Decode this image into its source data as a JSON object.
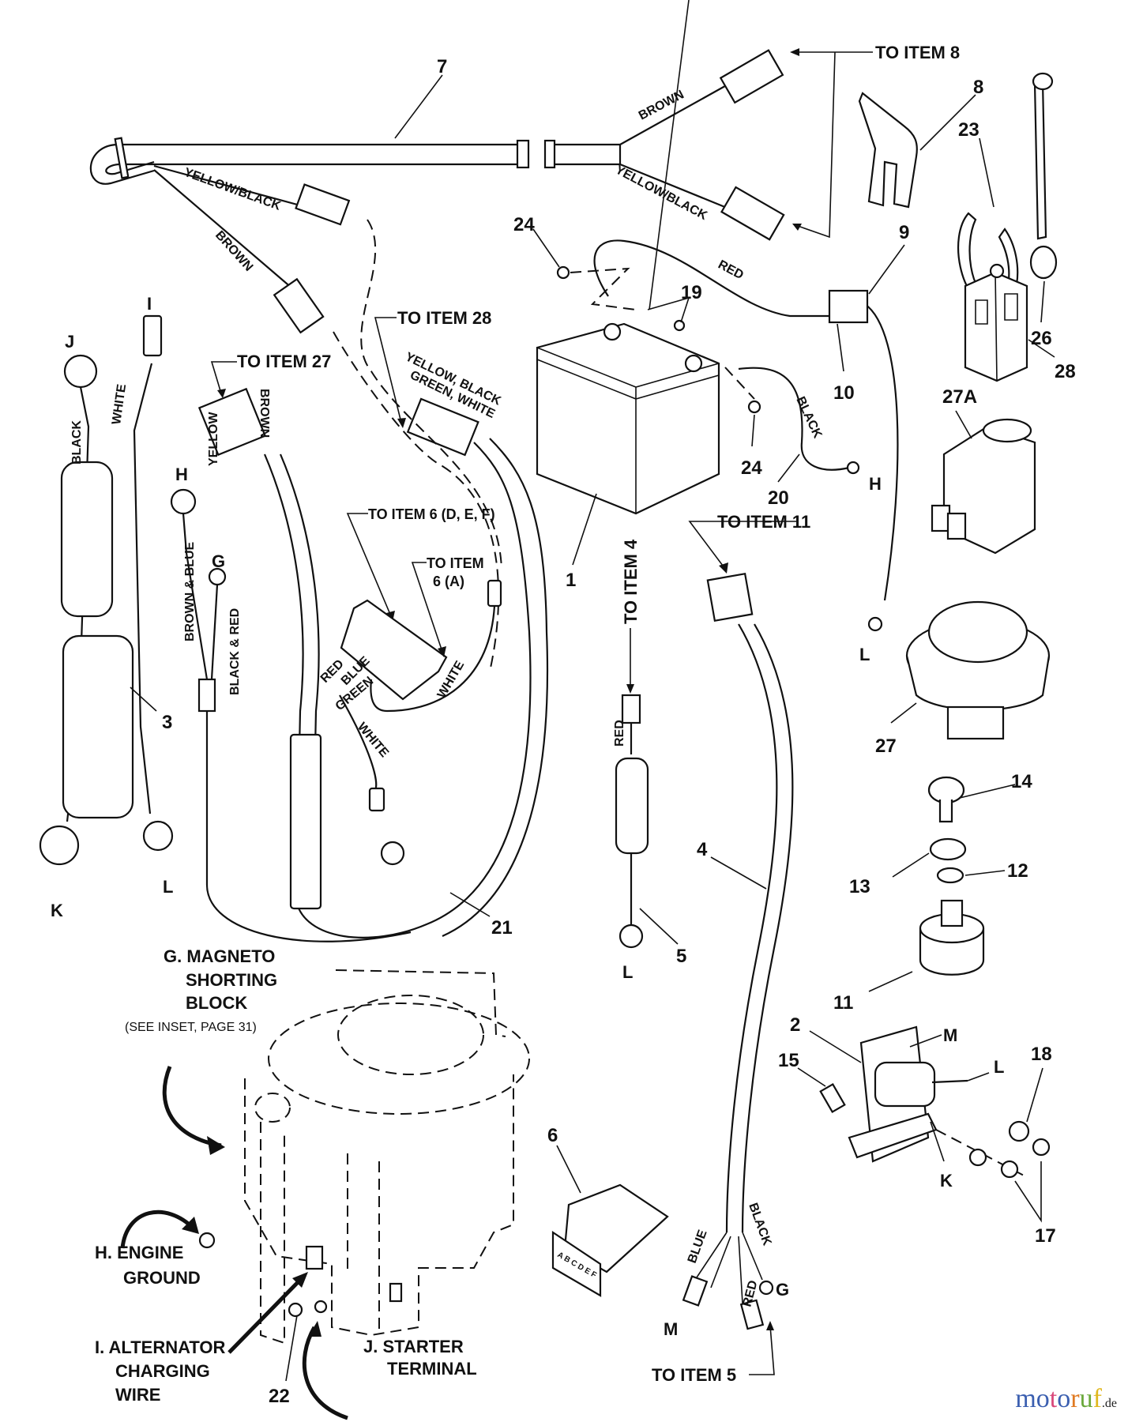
{
  "diagram": {
    "item_numbers": {
      "n1": "1",
      "n2": "2",
      "n3": "3",
      "n4": "4",
      "n5": "5",
      "n6": "6",
      "n7": "7",
      "n8": "8",
      "n9": "9",
      "n10": "10",
      "n11": "11",
      "n12": "12",
      "n13": "13",
      "n14": "14",
      "n15": "15",
      "n17": "17",
      "n18": "18",
      "n19": "19",
      "n20": "20",
      "n21": "21",
      "n22": "22",
      "n23": "23",
      "n24a": "24",
      "n24b": "24",
      "n26": "26",
      "n27": "27",
      "n27a": "27A",
      "n28": "28"
    },
    "callouts": {
      "to_item_8": "TO ITEM 8",
      "to_item_28": "TO ITEM 28",
      "to_item_27": "TO ITEM 27",
      "to_item_6_def": "TO ITEM 6 (D, E, F)",
      "to_item_6a_line1": "TO ITEM",
      "to_item_6a_line2": "6 (A)",
      "to_item_11": "TO ITEM 11",
      "to_item_4": "TO ITEM 4",
      "to_item_5": "TO ITEM 5"
    },
    "wire_colors": {
      "brown_top": "BROWN",
      "yellow_black_top": "YELLOW/BLACK",
      "yellow_black_left": "YELLOW/BLACK",
      "brown_left": "BROWN",
      "red_battery": "RED",
      "black_battery": "BLACK",
      "black_3": "BLACK",
      "white_3": "WHITE",
      "yellow_27": "YELLOW",
      "brown_27": "BROWN",
      "yellow_black_28": "YELLOW, BLACK",
      "green_white_28": "GREEN, WHITE",
      "brown_blue": "BROWN & BLUE",
      "black_red": "BLACK & RED",
      "red_21": "RED",
      "blue_21": "BLUE",
      "green_21": "GREEN",
      "white_21a": "WHITE",
      "white_21b": "WHITE",
      "red_5": "RED",
      "blue_4": "BLUE",
      "red_4": "RED",
      "black_4": "BLACK"
    },
    "terminals": {
      "I": "I",
      "J": "J",
      "K_left": "K",
      "L_left": "L",
      "H_left": "H",
      "G_left": "G",
      "H_battery": "H",
      "L_9": "L",
      "L_5": "L",
      "M_2": "M",
      "L_2": "L",
      "K_2": "K",
      "G_4": "G",
      "M_4": "M"
    },
    "engine_labels": {
      "g_line1": "G. MAGNETO",
      "g_line2": "SHORTING",
      "g_line3": "BLOCK",
      "g_note": "(SEE INSET, PAGE 31)",
      "h_line1": "H. ENGINE",
      "h_line2": "GROUND",
      "i_line1": "I. ALTERNATOR",
      "i_line2": "CHARGING",
      "i_line3": "WIRE",
      "j_line1": "J. STARTER",
      "j_line2": "TERMINAL"
    },
    "connector_pins": "A B C D E F"
  },
  "watermark": {
    "letters": [
      "m",
      "o",
      "t",
      "o",
      "r",
      "u",
      "f"
    ],
    "colors": [
      "#3b5fb0",
      "#3b5fb0",
      "#d9487a",
      "#3b5fb0",
      "#e07a22",
      "#6aa83b",
      "#e0b820"
    ],
    "suffix": ".de"
  }
}
